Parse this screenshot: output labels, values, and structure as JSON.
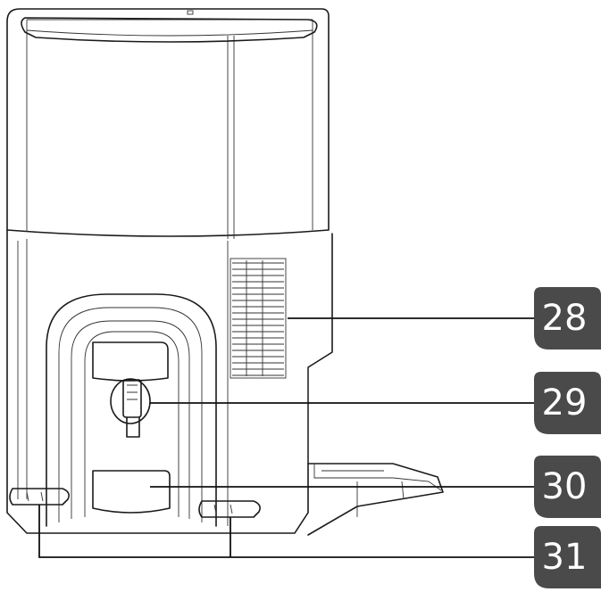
{
  "callouts": [
    {
      "label": "28"
    },
    {
      "label": "29"
    },
    {
      "label": "30"
    },
    {
      "label": "31"
    }
  ],
  "colors": {
    "callout_fill": "#4a4a4a",
    "callout_text": "#ffffff",
    "line_art": "#1a1a1a"
  }
}
